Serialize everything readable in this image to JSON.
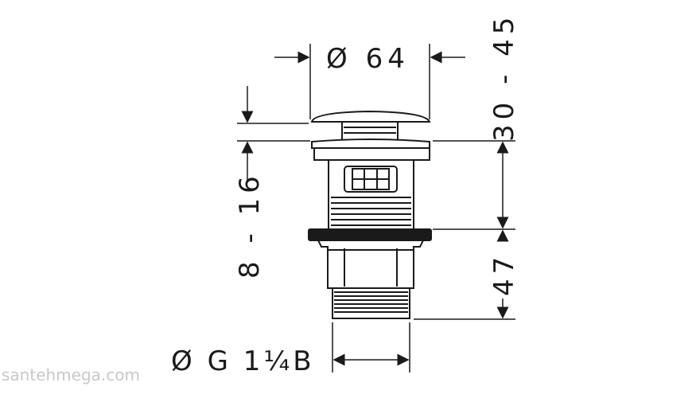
{
  "dimensions": {
    "cap_diameter": "Ø 64",
    "overall_height": "30 - 45",
    "cap_clearance": "8 - 16",
    "lower_height": "47",
    "thread_spec": "Ø G 1¼B"
  },
  "watermark": "santehmega.com",
  "colors": {
    "line": "#1a1a1a",
    "watermark": "#c8c8c8",
    "background": "#ffffff"
  }
}
